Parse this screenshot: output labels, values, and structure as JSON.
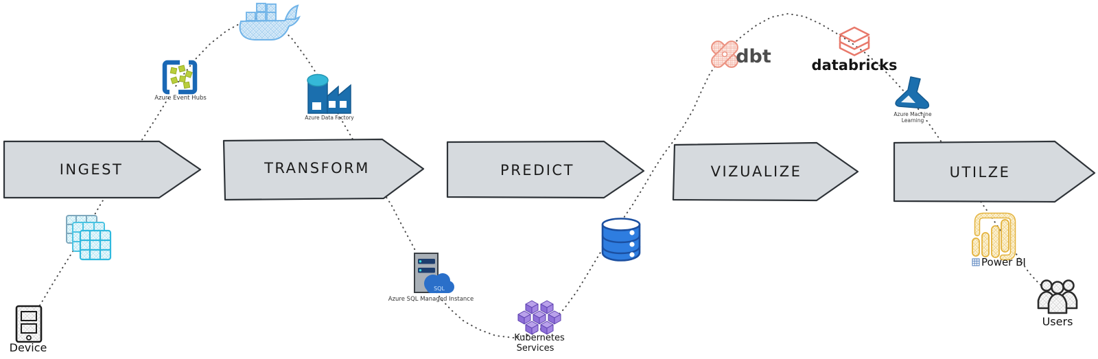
{
  "diagram": {
    "description": "Hand-drawn style data pipeline flow with five stage arrows connected by a dotted sine curve of tool icons"
  },
  "stages": [
    {
      "label": "INGEST"
    },
    {
      "label": "TRANSFORM"
    },
    {
      "label": "PREDICT"
    },
    {
      "label": "VIZUALIZE"
    },
    {
      "label": "UTILZE"
    }
  ],
  "nodes": {
    "device": {
      "label": "Device"
    },
    "datasets": {
      "label": ""
    },
    "azure_event_hubs": {
      "label": "Azure Event Hubs"
    },
    "docker": {
      "label": ""
    },
    "azure_data_factory": {
      "label": "Azure Data Factory"
    },
    "azure_sql_managed_instance": {
      "label": "Azure SQL Managed Instance",
      "badge": "SQL"
    },
    "kubernetes_services": {
      "label_line1": "Kubernetes",
      "label_line2": "Services"
    },
    "database": {
      "label": ""
    },
    "dbt": {
      "label": "dbt"
    },
    "databricks": {
      "label": "databricks"
    },
    "azure_machine_learning": {
      "label_line1": "Azure Machine",
      "label_line2": "Learning"
    },
    "power_bi": {
      "label": "Power BI"
    },
    "users": {
      "label": "Users"
    }
  },
  "colors": {
    "arrow_fill": "#d6dade",
    "arrow_stroke": "#2e3338",
    "dotted_line": "#4a4a4a",
    "azure_blue": "#1a68b5",
    "cyan": "#35b8d8",
    "event_hub_green": "#b9ce3c",
    "docker_blue": "#6fb3e8",
    "kubernetes_purple": "#8e6fd8",
    "db_blue": "#2e7de0",
    "coral": "#e8796b",
    "powerbi_yellow": "#eec33f"
  }
}
